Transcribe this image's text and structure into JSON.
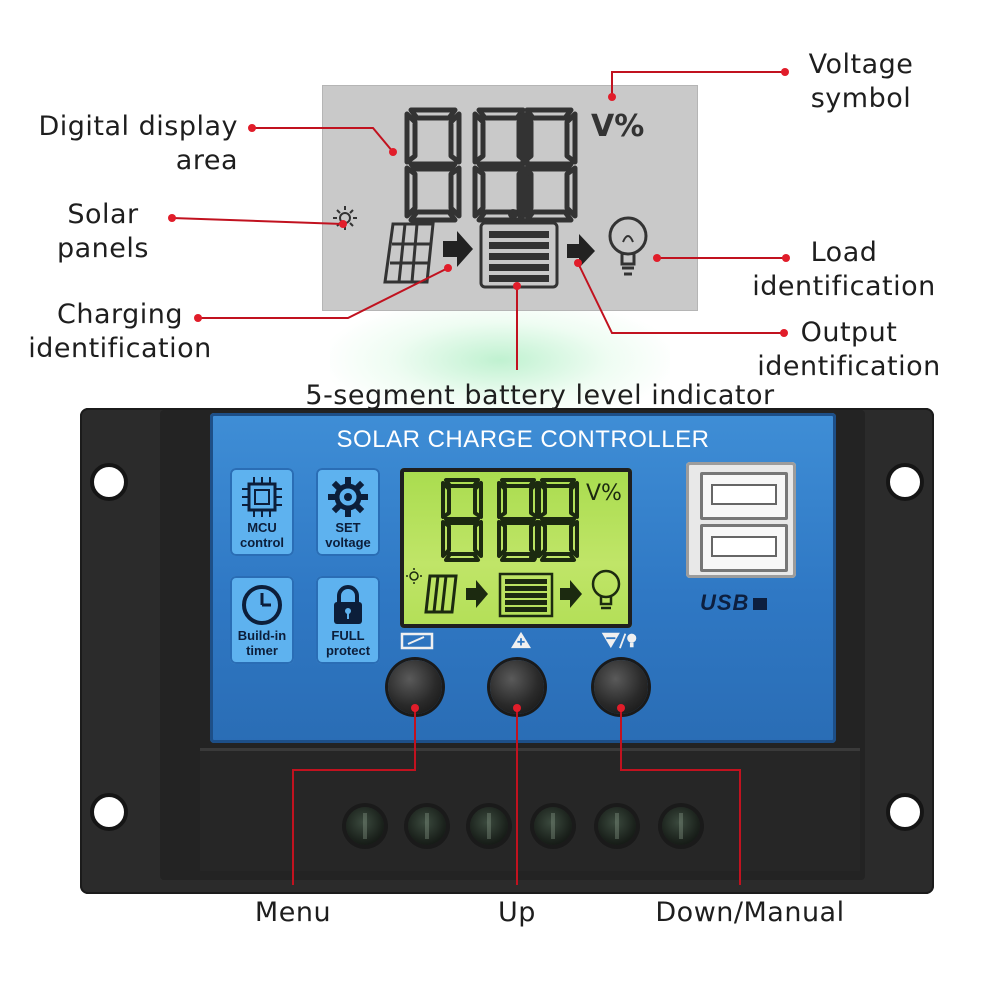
{
  "callouts": {
    "digital_display_area": "Digital display\narea",
    "solar_panels": "Solar\npanels",
    "charging_identification": "Charging\nidentification",
    "voltage_symbol": "Voltage\nsymbol",
    "load_identification": "Load\nidentification",
    "output_identification": "Output\nidentification",
    "battery_level_indicator": "5-segment battery level indicator",
    "menu": "Menu",
    "up": "Up",
    "down_manual": "Down/Manual"
  },
  "zoom_lcd": {
    "digits": "88.8",
    "unit": "V%"
  },
  "controller": {
    "title": "SOLAR CHARGE CONTROLLER",
    "features": [
      {
        "icon": "chip-icon",
        "label": "MCU\ncontrol"
      },
      {
        "icon": "gear-icon",
        "label": "SET\nvoltage"
      },
      {
        "icon": "clock-icon",
        "label": "Build-in\ntimer"
      },
      {
        "icon": "lock-icon",
        "label": "FULL\nprotect"
      }
    ],
    "lcd": {
      "digits": "88.8",
      "unit": "V%"
    },
    "usb_label": "USB",
    "buttons": [
      {
        "name": "menu",
        "symbol": "menu-symbol-icon"
      },
      {
        "name": "up",
        "symbol": "up-triangle-icon"
      },
      {
        "name": "down-manual",
        "symbol": "down-bulb-icon"
      }
    ],
    "terminal_count": 6
  },
  "colors": {
    "callout_line": "#c1121f",
    "callout_dot": "#e11d2a",
    "panel_blue": "#2f78c4",
    "lcd_green": "#b3df57",
    "zoom_lcd_gray": "#c9c9c9"
  }
}
